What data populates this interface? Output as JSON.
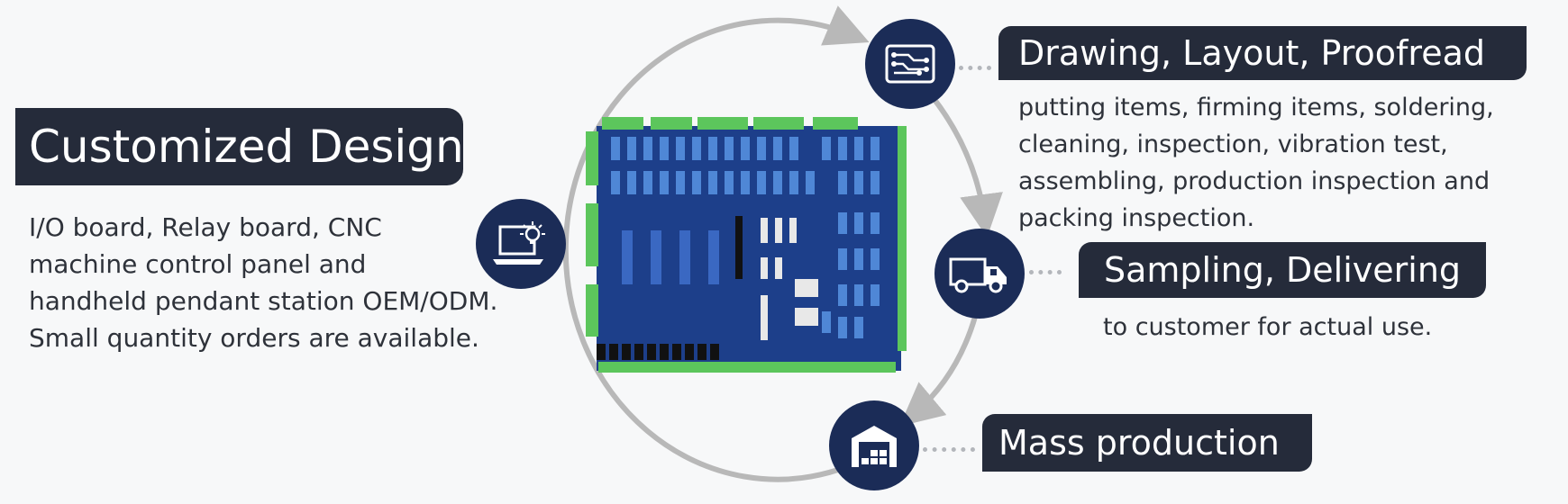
{
  "intro": {
    "title": "Customized Design",
    "description_lines": [
      "I/O board, Relay board, CNC",
      "machine control panel and",
      "handheld pendant station OEM/ODM.",
      "Small quantity orders are available."
    ]
  },
  "steps": [
    {
      "icon": "circuit-board-icon",
      "title": "Drawing, Layout, Proofread",
      "description_lines": [
        "putting items, firming items, soldering,",
        "cleaning, inspection, vibration test,",
        "assembling, production inspection and",
        "packing inspection."
      ]
    },
    {
      "icon": "delivery-truck-icon",
      "title": "Sampling, Delivering",
      "description_lines": [
        "to customer for actual use."
      ]
    },
    {
      "icon": "warehouse-icon",
      "title": "Mass production",
      "description_lines": []
    }
  ],
  "design_icon": "laptop-lightbulb-icon",
  "colors": {
    "label_background": "#252b3a",
    "icon_circle": "#1b2c57",
    "cycle_ring": "#b8b8b8",
    "pcb_board": "#1d3f8a",
    "terminal_green": "#5cc65c"
  }
}
